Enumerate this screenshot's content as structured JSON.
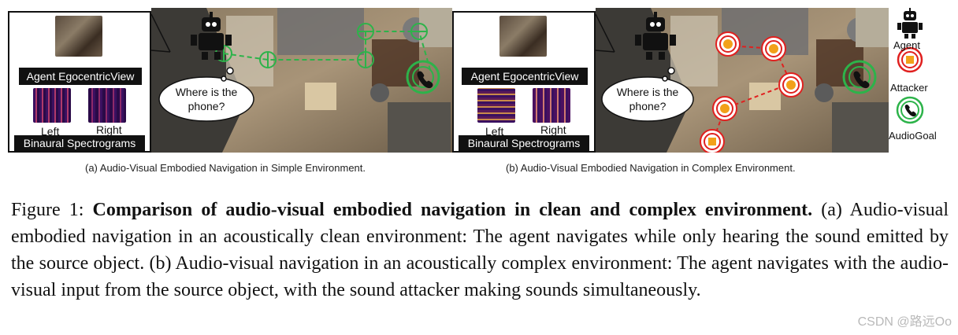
{
  "panel_a": {
    "egocentric_label": "Agent EgocentricView",
    "left_label": "Left",
    "right_label": "Right",
    "spectrogram_label": "Binaural Spectrograms",
    "bubble_text": "Where is the phone?",
    "subcaption": "(a)   Audio-Visual Embodied Navigation in Simple Environment."
  },
  "panel_b": {
    "egocentric_label": "Agent EgocentricView",
    "left_label": "Left",
    "right_label": "Right",
    "spectrogram_label": "Binaural Spectrograms",
    "bubble_text": "Where is the phone?",
    "subcaption": "(b)   Audio-Visual Embodied Navigation in Complex Environment."
  },
  "legend": {
    "agent": "Agent",
    "attacker": "Attacker",
    "audiogoal": "AudioGoal"
  },
  "caption": {
    "prefix": "Figure 1: ",
    "title": "Comparison of audio-visual embodied navigation in clean and complex environment.",
    "body": "(a) Audio-visual embodied navigation in an acoustically clean environment: The agent navigates while only hearing the sound emitted by the source object. (b) Audio-visual navigation in an acoustically complex environment: The agent navigates with the audio-visual input from the source object, with the sound attacker making sounds simultaneously."
  },
  "watermark": "CSDN @路远Oo",
  "colors": {
    "path_green": "#2db34a",
    "attacker_red": "#e0201f",
    "attacker_orange": "#f2a11a",
    "black_bar": "#111111"
  }
}
